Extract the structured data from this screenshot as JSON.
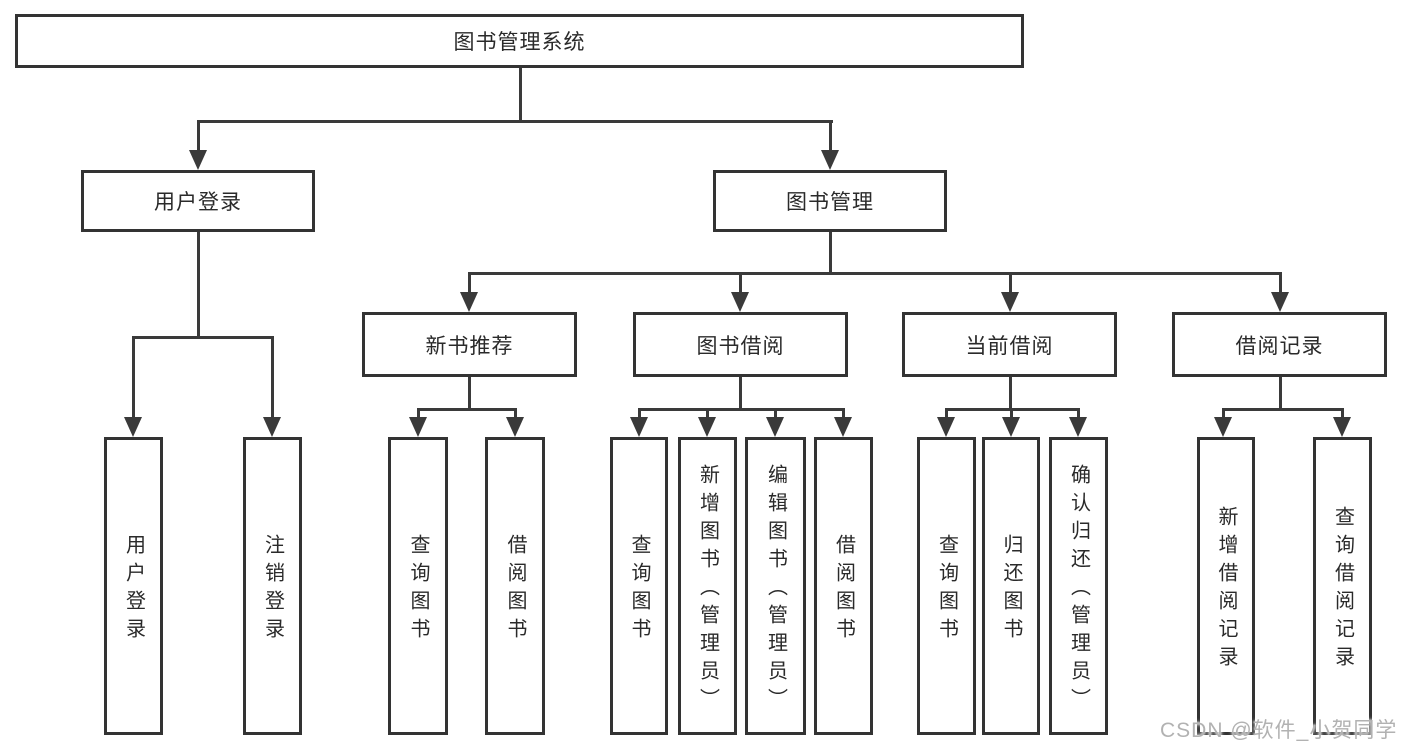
{
  "diagram": {
    "title": "图书管理系统",
    "tree": {
      "root": {
        "label": "图书管理系统",
        "children": [
          {
            "label": "用户登录",
            "children": [
              {
                "label": "用户登录"
              },
              {
                "label": "注销登录"
              }
            ]
          },
          {
            "label": "图书管理",
            "children": [
              {
                "label": "新书推荐",
                "children": [
                  {
                    "label": "查询图书"
                  },
                  {
                    "label": "借阅图书"
                  }
                ]
              },
              {
                "label": "图书借阅",
                "children": [
                  {
                    "label": "查询图书"
                  },
                  {
                    "label": "新增图书（管理员）"
                  },
                  {
                    "label": "编辑图书（管理员）"
                  },
                  {
                    "label": "借阅图书"
                  }
                ]
              },
              {
                "label": "当前借阅",
                "children": [
                  {
                    "label": "查询图书"
                  },
                  {
                    "label": "归还图书"
                  },
                  {
                    "label": "确认归还（管理员）"
                  }
                ]
              },
              {
                "label": "借阅记录",
                "children": [
                  {
                    "label": "新增借阅记录"
                  },
                  {
                    "label": "查询借阅记录"
                  }
                ]
              }
            ]
          }
        ]
      }
    },
    "colors": {
      "line": "#3a3a3a",
      "box_border": "#333333",
      "text": "#2a2a2a",
      "background": "#ffffff",
      "watermark": "#b2b2b2"
    }
  },
  "watermark": {
    "text": "CSDN @软件_小贺同学"
  }
}
